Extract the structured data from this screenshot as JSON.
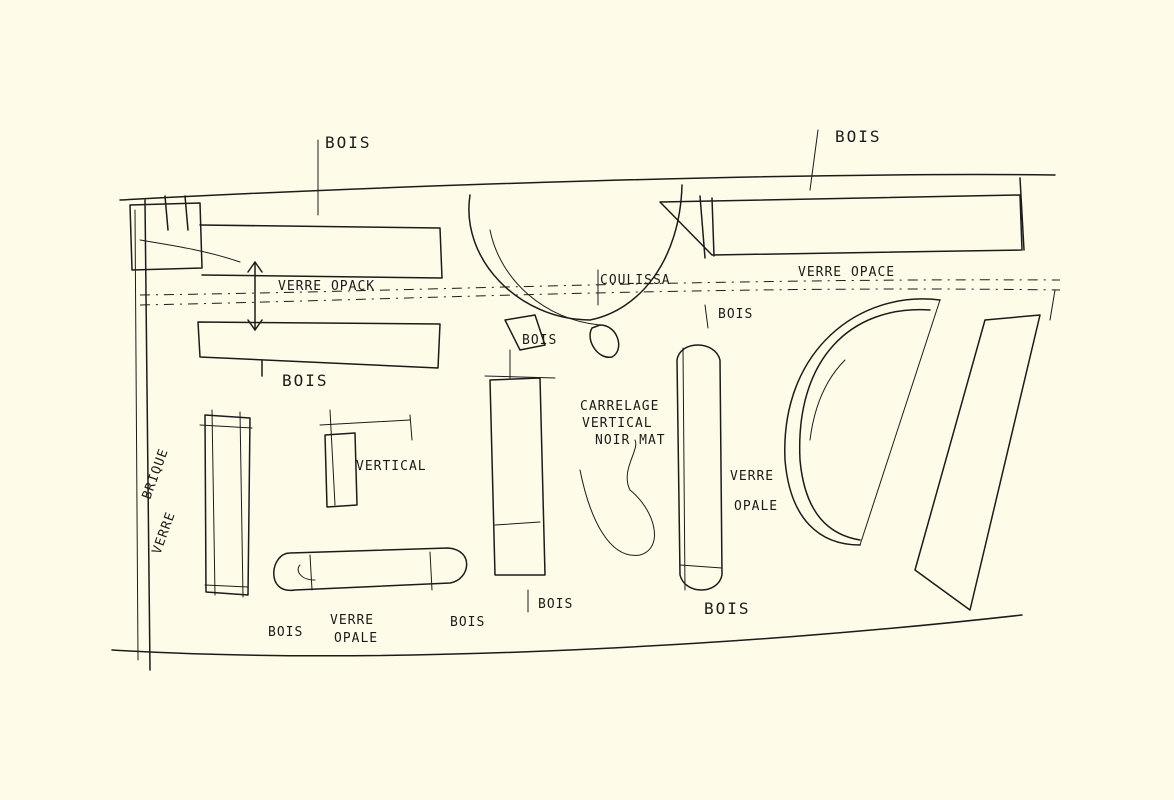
{
  "colors": {
    "paper": "#fefce8",
    "ink": "#1b1b1b"
  },
  "labels": {
    "bois_top_left": "BOIS",
    "bois_top_right": "BOIS",
    "verre_opaque_top_left": "VERRE OPACK",
    "verre_opaque_top_right": "VERRE OPACE",
    "coulissant": "COULISSA",
    "bois_left_shelf": "BOIS",
    "brique_verre_line1": "BRIQUE",
    "brique_verre_line2": "VERRE",
    "vertical_small": "VERTICAL",
    "bois_small_1": "BOIS",
    "carrelage_line1": "CARRELAGE",
    "carrelage_line2": "VERTICAL",
    "carrelage_line3": "NOIR MAT",
    "bois_capsule_top": "BOIS",
    "verre_opale_line1": "VERRE",
    "verre_opale_line2": "OPALE",
    "bois_capsule_bottom": "BOIS",
    "bois_column_bottom": "BOIS",
    "bois_tube_left": "BOIS",
    "verre_opale_tube_line1": "VERRE",
    "verre_opale_tube_line2": "OPALE",
    "bois_tube_right": "BOIS"
  }
}
